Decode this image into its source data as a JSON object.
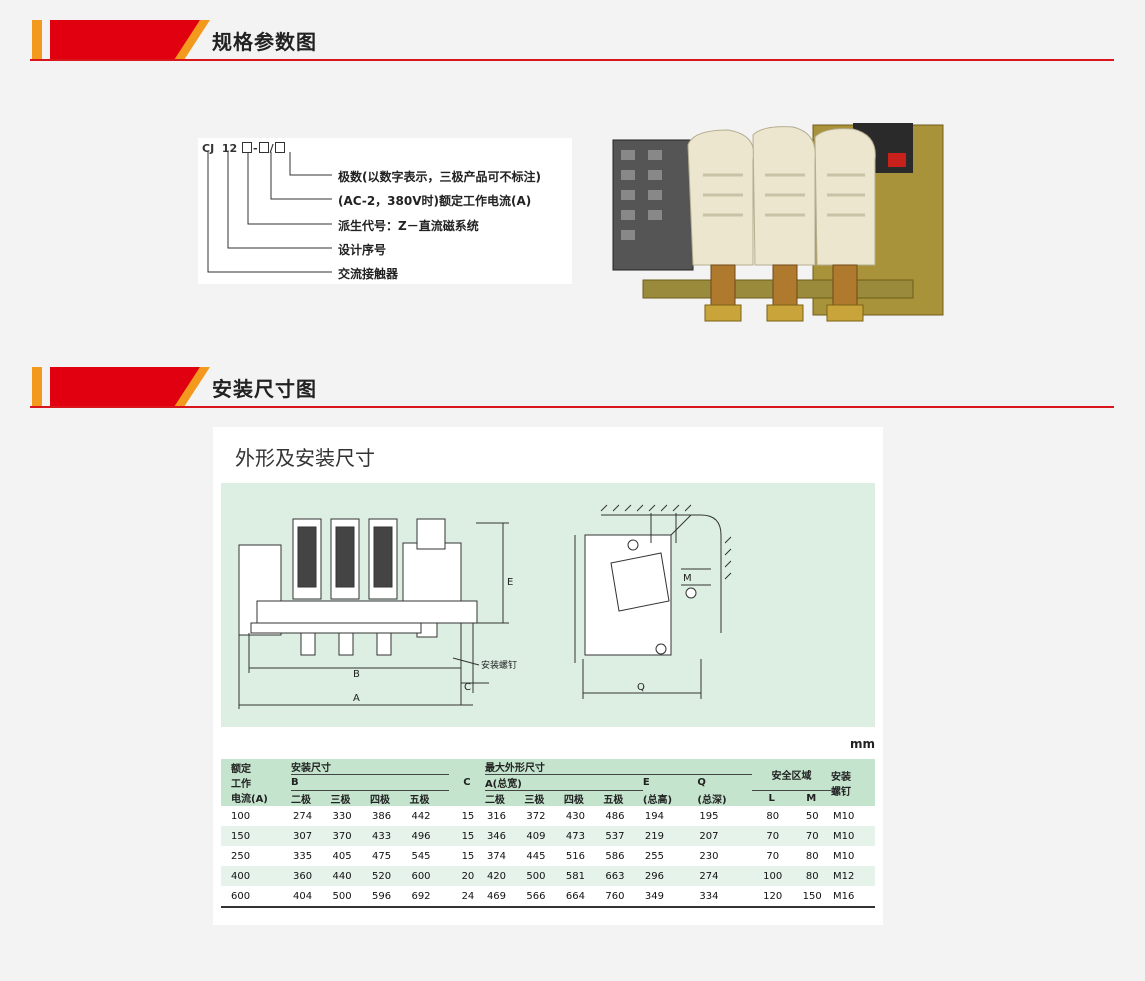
{
  "sections": [
    {
      "title": "规格参数图"
    },
    {
      "title": "安装尺寸图"
    }
  ],
  "colors": {
    "accent_red": "#e00010",
    "accent_orange": "#f39a1e",
    "rule_red": "#d8161b",
    "table_green": "#c4e4ce"
  },
  "model_code": {
    "cj": "CJ",
    "series": "12",
    "sep1": "-",
    "sep2": "/",
    "items": [
      "极数(以数字表示，三极产品可不标注)",
      "(AC-2，380V时)额定工作电流(A)",
      "派生代号：Z－直流磁系统",
      "设计序号",
      "交流接触器"
    ]
  },
  "install": {
    "heading": "外形及安装尺寸",
    "dims": {
      "B": "B",
      "A": "A",
      "C": "C",
      "E": "E",
      "M": "M",
      "Q": "Q",
      "screw": "安装螺钉"
    },
    "unit": "mm",
    "table": {
      "h_current": [
        "额定",
        "工作",
        "电流(A)"
      ],
      "h_install": "安装尺寸",
      "h_B": "B",
      "h_C": "C",
      "h_max": "最大外形尺寸",
      "h_A": "A(总宽)",
      "h_E": "E",
      "h_E2": "(总高)",
      "h_Q": "Q",
      "h_Q2": "(总深)",
      "h_safe": "安全区域",
      "h_L": "L",
      "h_M": "M",
      "h_screw": [
        "安装",
        "螺钉"
      ],
      "poles": [
        "二极",
        "三极",
        "四极",
        "五极"
      ],
      "rows": [
        [
          "100",
          "274",
          "330",
          "386",
          "442",
          "15",
          "316",
          "372",
          "430",
          "486",
          "194",
          "195",
          "80",
          "50",
          "M10"
        ],
        [
          "150",
          "307",
          "370",
          "433",
          "496",
          "15",
          "346",
          "409",
          "473",
          "537",
          "219",
          "207",
          "70",
          "70",
          "M10"
        ],
        [
          "250",
          "335",
          "405",
          "475",
          "545",
          "15",
          "374",
          "445",
          "516",
          "586",
          "255",
          "230",
          "70",
          "80",
          "M10"
        ],
        [
          "400",
          "360",
          "440",
          "520",
          "600",
          "20",
          "420",
          "500",
          "581",
          "663",
          "296",
          "274",
          "100",
          "80",
          "M12"
        ],
        [
          "600",
          "404",
          "500",
          "596",
          "692",
          "24",
          "469",
          "566",
          "664",
          "760",
          "349",
          "334",
          "120",
          "150",
          "M16"
        ]
      ]
    }
  }
}
